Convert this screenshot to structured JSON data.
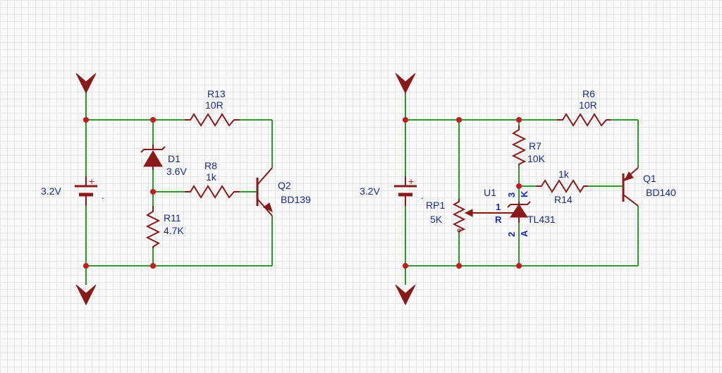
{
  "left_circuit": {
    "battery": {
      "value": "3.2V",
      "plus": "+",
      "dot": "."
    },
    "r13": {
      "name": "R13",
      "value": "10R"
    },
    "d1": {
      "name": "D1",
      "value": "3.6V"
    },
    "r8": {
      "name": "R8",
      "value": "1k"
    },
    "q2": {
      "name": "Q2",
      "value": "BD139"
    },
    "r11": {
      "name": "R11",
      "value": "4.7K"
    }
  },
  "right_circuit": {
    "battery": {
      "value": "3.2V",
      "plus": "+",
      "dot": "."
    },
    "r6": {
      "name": "R6",
      "value": "10R"
    },
    "r7": {
      "name": "R7",
      "value": "10K"
    },
    "r14": {
      "name": "R14",
      "value": "1k"
    },
    "q1": {
      "name": "Q1",
      "value": "BD140"
    },
    "rp1": {
      "name": "RP1",
      "value": "5K"
    },
    "u1": {
      "name": "U1",
      "value": "TL431",
      "pin1": "1",
      "pin_r": "R",
      "pin2": "2",
      "pin_a": "A",
      "pin3": "3",
      "pin_k": "K"
    }
  },
  "colors": {
    "wire": "#2c9a2c",
    "component": "#8a1a1a",
    "junction": "#c41a1a",
    "label": "#1a2a8a"
  }
}
